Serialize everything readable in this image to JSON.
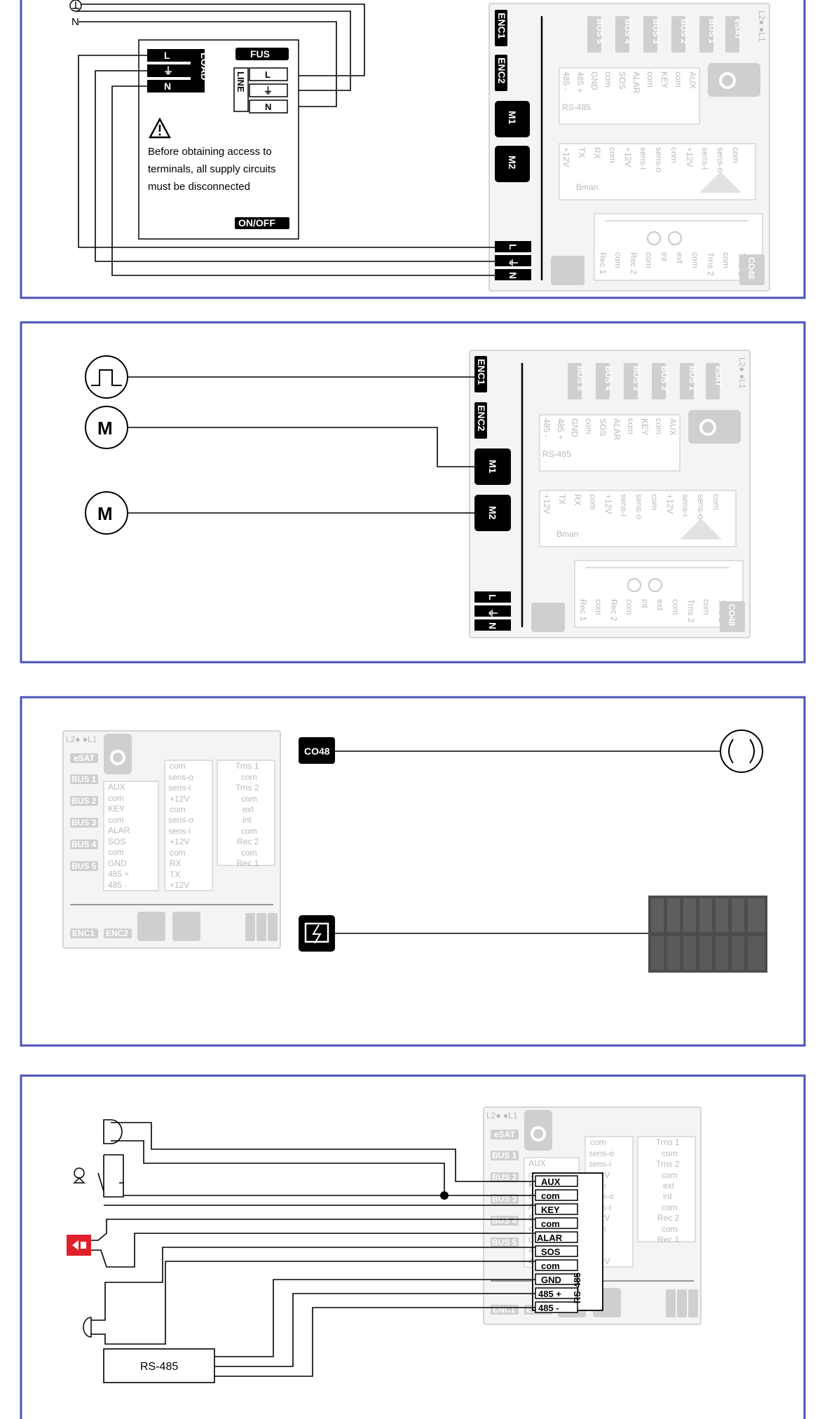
{
  "panel1": {
    "n_label": "N",
    "load_terminals": [
      "L",
      "⏚",
      "N"
    ],
    "load_label": "LOAD",
    "fus_label": "FUS",
    "line_label": "LINE",
    "line_terminals": [
      "L",
      "⏚",
      "N"
    ],
    "warning_lines": [
      "Before obtaining access to",
      "terminals, all supply circuits",
      "must be disconnected"
    ],
    "onoff_label": "ON/OFF",
    "power_terminals": [
      "L",
      "⏚",
      "N"
    ]
  },
  "board": {
    "enc1": "ENC1",
    "enc2": "ENC2",
    "m1": "M1",
    "m2": "M2",
    "co48": "CO48",
    "led_label": "L2● ●L1",
    "esat": "eSAT",
    "bus": [
      "BUS 1",
      "BUS 2",
      "BUS 3",
      "BUS 4",
      "BUS 5"
    ],
    "left_column": [
      "AUX",
      "com",
      "KEY",
      "com",
      "ALAR",
      "SOS",
      "com",
      "GND",
      "485 +",
      "485 -"
    ],
    "rs485": "RS-485",
    "mid_column": [
      "com",
      "sens-o",
      "sens-i",
      "+12V",
      "com",
      "sens-o",
      "sens-i",
      "+12V",
      "com",
      "RX",
      "TX",
      "+12V"
    ],
    "bman": "Bman",
    "right_column": [
      "Trns 1",
      "com",
      "Trns 2",
      "com",
      "ext",
      "int",
      "com",
      "Rec 2",
      "com",
      "Rec 1"
    ],
    "power": [
      "L",
      "⏚",
      "N"
    ]
  },
  "panel4": {
    "rs485_box": "RS-485"
  },
  "colors": {
    "frame": "#4a52b8",
    "siren_red": "#e0202a",
    "battery": "#4d4d4d"
  }
}
